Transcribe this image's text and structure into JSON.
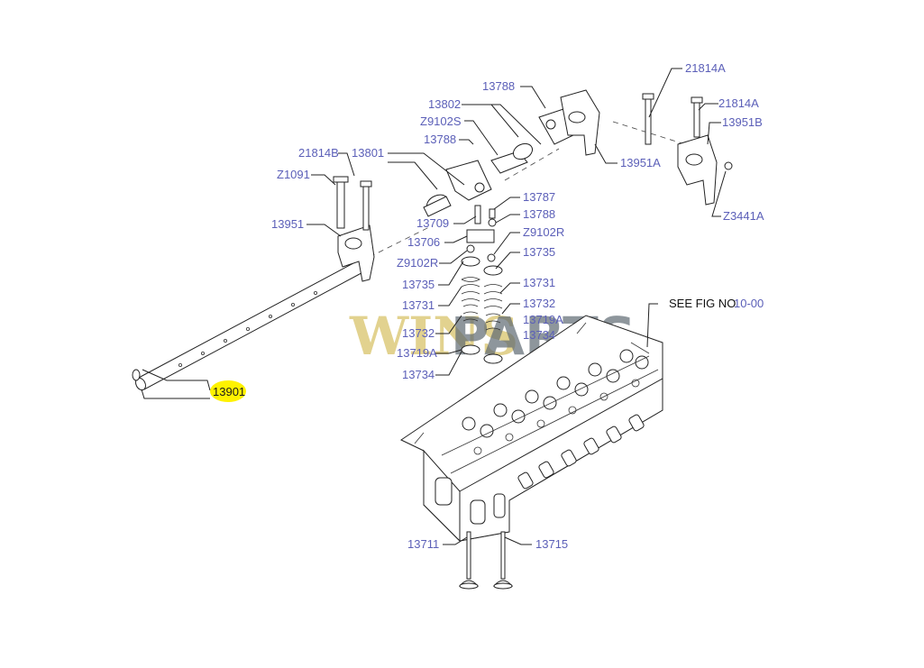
{
  "callouts": {
    "c21814A_1": "21814A",
    "c13788_1": "13788",
    "c21814A_2": "21814A",
    "c13802": "13802",
    "c13951B": "13951B",
    "cZ9102S": "Z9102S",
    "c13788_2": "13788",
    "c21814B": "21814B",
    "c13801": "13801",
    "c13951A": "13951A",
    "cZ1091": "Z1091",
    "c13787": "13787",
    "c13788_3": "13788",
    "c13709": "13709",
    "cZ3441A": "Z3441A",
    "c13951": "13951",
    "cZ9102R_1": "Z9102R",
    "c13706": "13706",
    "c13735_1": "13735",
    "cZ9102R_2": "Z9102R",
    "c13735_2": "13735",
    "c13731_1": "13731",
    "c13731_2": "13731",
    "c13732_1": "13732",
    "c13732_2": "13732",
    "c13719A_1": "13719A",
    "c13719A_2": "13719A",
    "c13734_1": "13734",
    "c13734_2": "13734",
    "c13901": "13901",
    "see_fig_prefix": "SEE FIG NO",
    "see_fig_number": "10-00",
    "c13711": "13711",
    "c13715": "13715"
  },
  "highlight_color": "#fff200",
  "callout_color": "#5b5fb8",
  "watermark": {
    "part1": "WINS",
    "part2": "PARTS"
  }
}
